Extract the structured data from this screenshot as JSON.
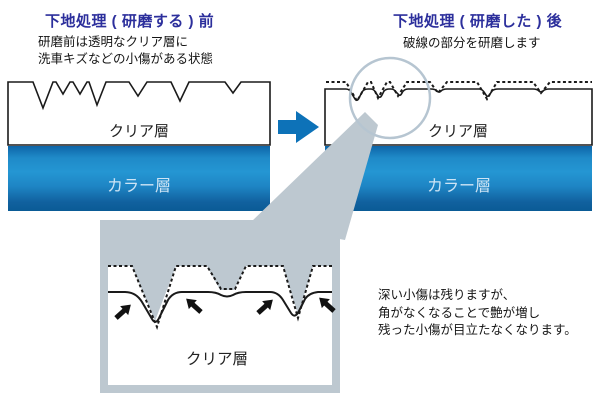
{
  "before_panel": {
    "title": "下地処理 ( 研磨する ) 前",
    "description_line1": "研磨前は透明なクリア層に",
    "description_line2": "洗車キズなどの小傷がある状態",
    "clear_layer_label": "クリア層",
    "color_layer_label": "カラー層"
  },
  "after_panel": {
    "title": "下地処理 ( 研磨した ) 後",
    "description": "破線の部分を研磨します",
    "clear_layer_label": "クリア層",
    "color_layer_label": "カラー層"
  },
  "inset": {
    "clear_layer_label": "クリア層"
  },
  "note": {
    "line1": "深い小傷は残りますが、",
    "line2": "角がなくなることで艶が増し",
    "line3": "残った小傷が目立たなくなります。"
  },
  "icons": {
    "transform_arrow": "right-arrow",
    "magnifier": "magnifier-circle"
  },
  "colors": {
    "title_blue": "#2c2f9c",
    "arrow_blue": "#0d72b8",
    "color_layer_top": "#0d65a8",
    "color_layer_bright": "#2496d3",
    "color_layer_bottom": "#0a5b96",
    "magnifier_gray": "#bdc8d0",
    "circle_stroke": "#b6c5d1",
    "light_label": "#cde4f5",
    "line_black": "#1a1a1a"
  }
}
